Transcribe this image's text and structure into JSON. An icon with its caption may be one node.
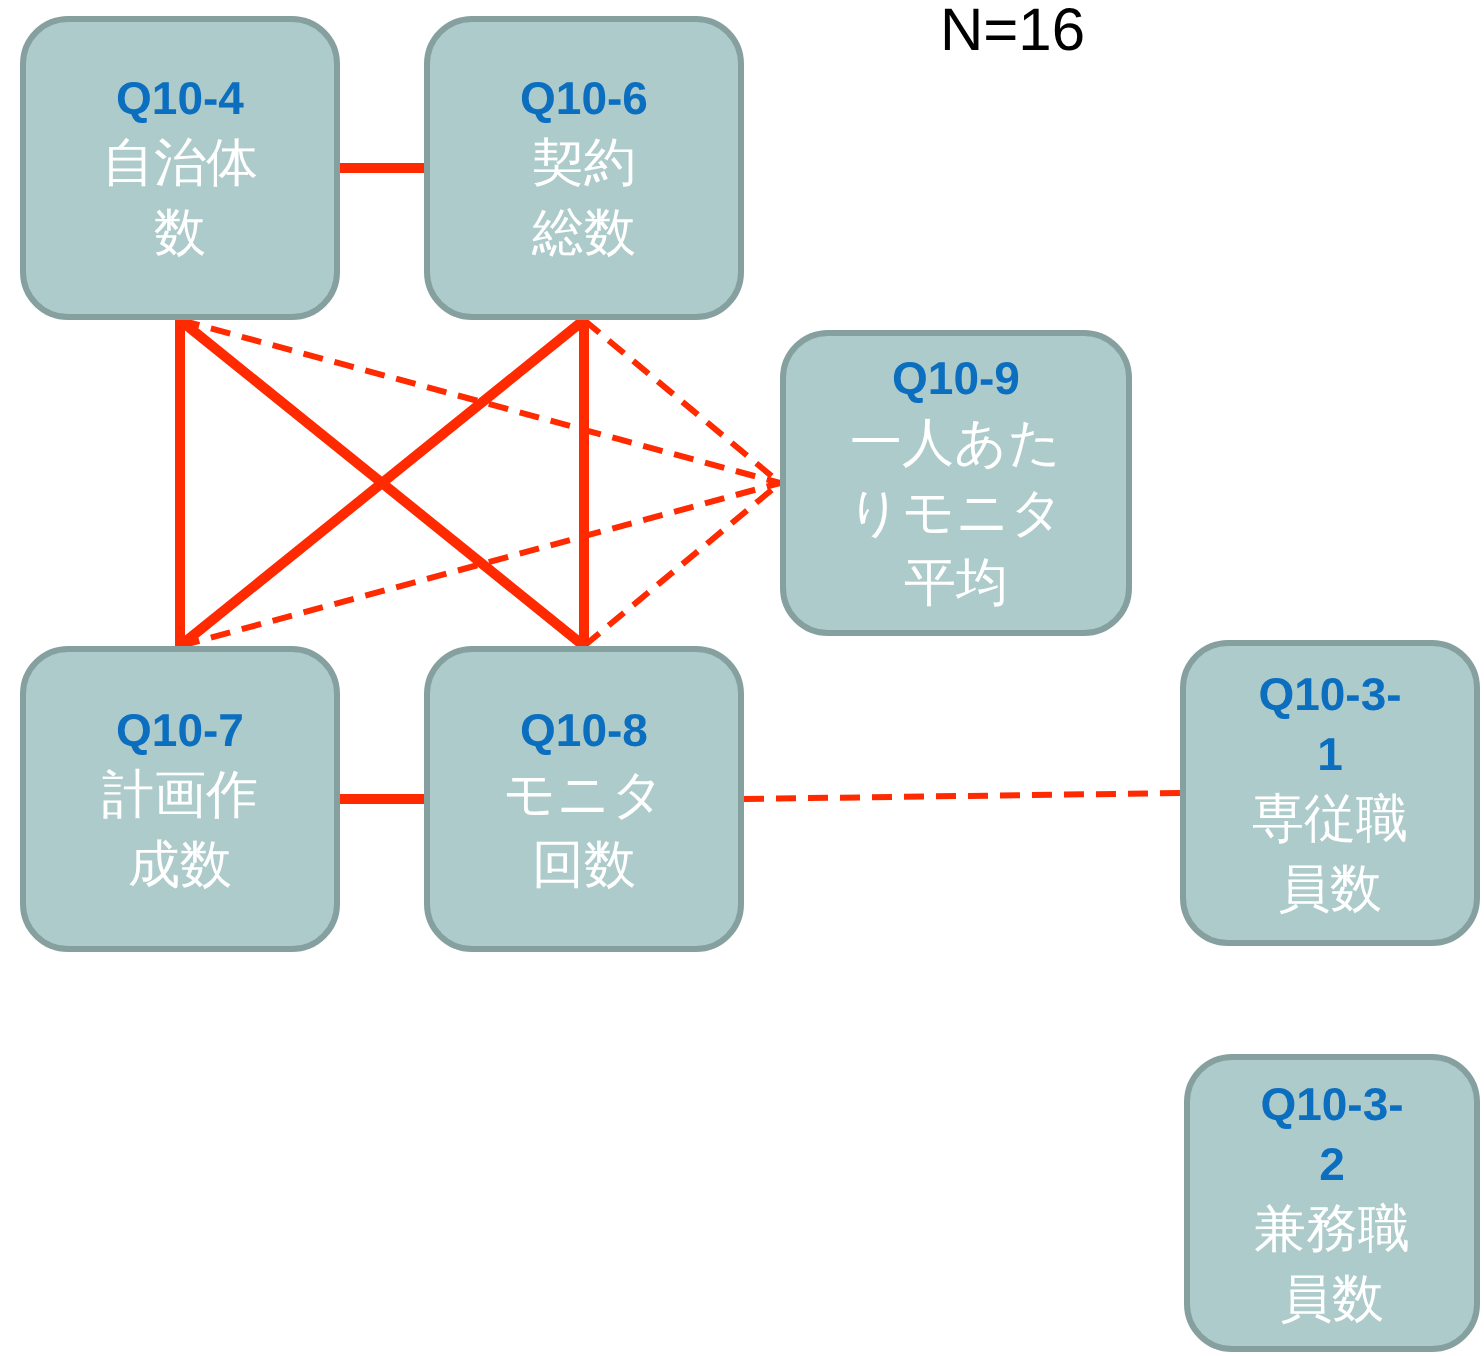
{
  "diagram": {
    "title": "N=16",
    "nodes": [
      {
        "text": [
          "Q10-4",
          "自治体数"
        ]
      },
      {
        "text": [
          "Q10-6",
          "契約総数"
        ]
      },
      {
        "text": [
          "Q10-9",
          "一人あたりモニタ平均"
        ]
      },
      {
        "text": [
          "Q10-7",
          "計画作成数"
        ]
      },
      {
        "text": [
          "Q10-8",
          "モニタ回数"
        ]
      },
      {
        "text": [
          "Q10-3-1",
          "専従職員数"
        ]
      },
      {
        "text": [
          "Q10-3-2",
          "兼務職員数"
        ]
      }
    ],
    "edges": [
      {
        "from": 0,
        "to": 1,
        "arrow": "none"
      },
      {
        "from": 0,
        "to": 3,
        "arrow": "none"
      },
      {
        "from": 0,
        "to": 4,
        "arrow": "none"
      },
      {
        "from": 1,
        "to": 3,
        "arrow": "none"
      },
      {
        "from": 1,
        "to": 4,
        "arrow": "none"
      },
      {
        "from": 0,
        "to": 2,
        "arrow": "none",
        "style": "dashed"
      },
      {
        "from": 1,
        "to": 2,
        "arrow": "none",
        "style": "dashed"
      },
      {
        "from": 3,
        "to": 2,
        "arrow": "none",
        "style": "dashed"
      },
      {
        "from": 4,
        "to": 2,
        "arrow": "none",
        "style": "dashed"
      },
      {
        "from": 3,
        "to": 4,
        "arrow": "none"
      },
      {
        "from": 4,
        "to": 5,
        "arrow": "none",
        "style": "dashed"
      }
    ]
  }
}
